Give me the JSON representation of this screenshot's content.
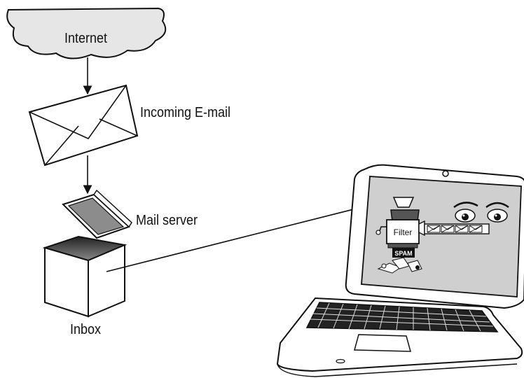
{
  "labels": {
    "internet": "Internet",
    "incoming_email": "Incoming E-mail",
    "mail_server": "Mail server",
    "inbox": "Inbox",
    "filter": "Filter",
    "spam": "SPAM"
  },
  "colors": {
    "stroke": "#111111",
    "cloud_fill": "#e6e6e6",
    "screen_fill": "#cfcfcf",
    "lid_inner": "#8c8c8c",
    "box_interior": "#555555"
  }
}
